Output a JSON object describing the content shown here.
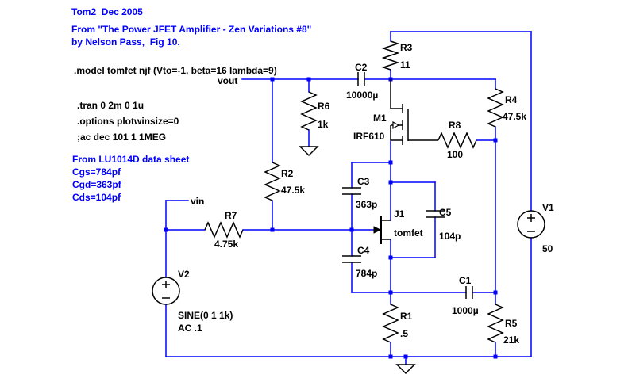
{
  "colors": {
    "background": "#ffffff",
    "wire": "#0000ff",
    "comment_text": "#0000ff",
    "component": "#000000",
    "label_text": "#000000"
  },
  "comments": {
    "header": "Tom2  Dec 2005",
    "source_line1": "From \"The Power JFET Amplifier - Zen Variations #8\"",
    "source_line2": "by Nelson Pass,  Fig 10.",
    "datasheet_title": "From LU1014D data sheet",
    "cgs": "Cgs=784pf",
    "cgd": "Cgd=363pf",
    "cds": "Cds=104pf"
  },
  "directives": {
    "model": ".model tomfet njf (Vto=-1, beta=16 lambda=9)",
    "tran": ".tran 0 2m 0 1u",
    "options": ".options plotwinsize=0",
    "ac": ";ac dec 101 1 1MEG"
  },
  "net_labels": {
    "vout": "vout",
    "vin": "vin"
  },
  "components": {
    "R1": {
      "name": "R1",
      "value": ".5"
    },
    "R2": {
      "name": "R2",
      "value": "47.5k"
    },
    "R3": {
      "name": "R3",
      "value": "11"
    },
    "R4": {
      "name": "R4",
      "value": "47.5k"
    },
    "R5": {
      "name": "R5",
      "value": "21k"
    },
    "R6": {
      "name": "R6",
      "value": "1k"
    },
    "R7": {
      "name": "R7",
      "value": "4.75k"
    },
    "R8": {
      "name": "R8",
      "value": "100"
    },
    "C1": {
      "name": "C1",
      "value": "1000µ"
    },
    "C2": {
      "name": "C2",
      "value": "10000µ"
    },
    "C3": {
      "name": "C3",
      "value": "363p"
    },
    "C4": {
      "name": "C4",
      "value": "784p"
    },
    "C5": {
      "name": "C5",
      "value": "104p"
    },
    "M1": {
      "name": "M1",
      "value": "IRF610"
    },
    "J1": {
      "name": "J1",
      "value": "tomfet"
    },
    "V1": {
      "name": "V1",
      "value": "50"
    },
    "V2": {
      "name": "V2",
      "value": "SINE(0 1 1k)",
      "value2": "AC .1"
    }
  }
}
